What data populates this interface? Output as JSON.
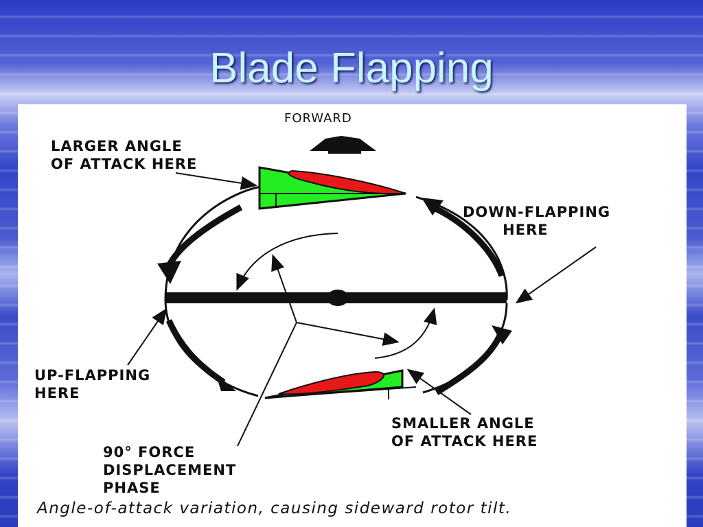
{
  "slide": {
    "title": "Blade Flapping"
  },
  "diagram": {
    "labels": {
      "forward": "FORWARD",
      "larger_angle": "LARGER ANGLE\nOF ATTACK HERE",
      "down_flapping": "DOWN-FLAPPING\n       HERE",
      "up_flapping": "UP-FLAPPING\nHERE",
      "smaller_angle": "SMALLER ANGLE\nOF ATTACK HERE",
      "force_displacement": "90° FORCE\nDISPLACEMENT\nPHASE"
    },
    "caption": "Angle-of-attack variation, causing sideward rotor tilt.",
    "colors": {
      "angle_fill": "#22ee22",
      "airfoil_fill": "#e81818",
      "ink": "#111111"
    }
  }
}
